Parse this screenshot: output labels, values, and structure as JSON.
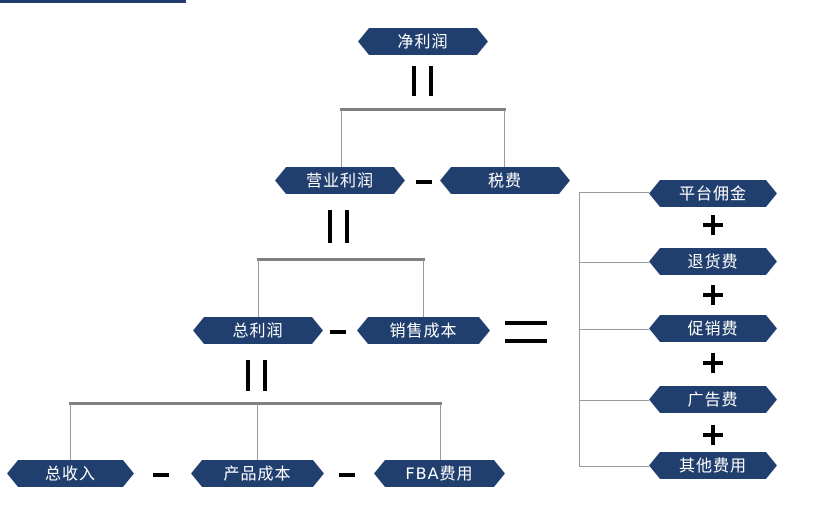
{
  "nodes": {
    "net_profit": "净利润",
    "operating_profit": "营业利润",
    "tax": "税费",
    "gross_profit": "总利润",
    "selling_cost": "销售成本",
    "total_revenue": "总收入",
    "product_cost": "产品成本",
    "fba_fee": "FBA费用",
    "platform_commission": "平台佣金",
    "return_fee": "退货费",
    "promotion_fee": "促销费",
    "ad_fee": "广告费",
    "other_fees": "其他费用"
  },
  "colors": {
    "node_fill": "#213f6e",
    "node_text": "#ffffff",
    "connector": "#808080",
    "operator": "#000000"
  }
}
